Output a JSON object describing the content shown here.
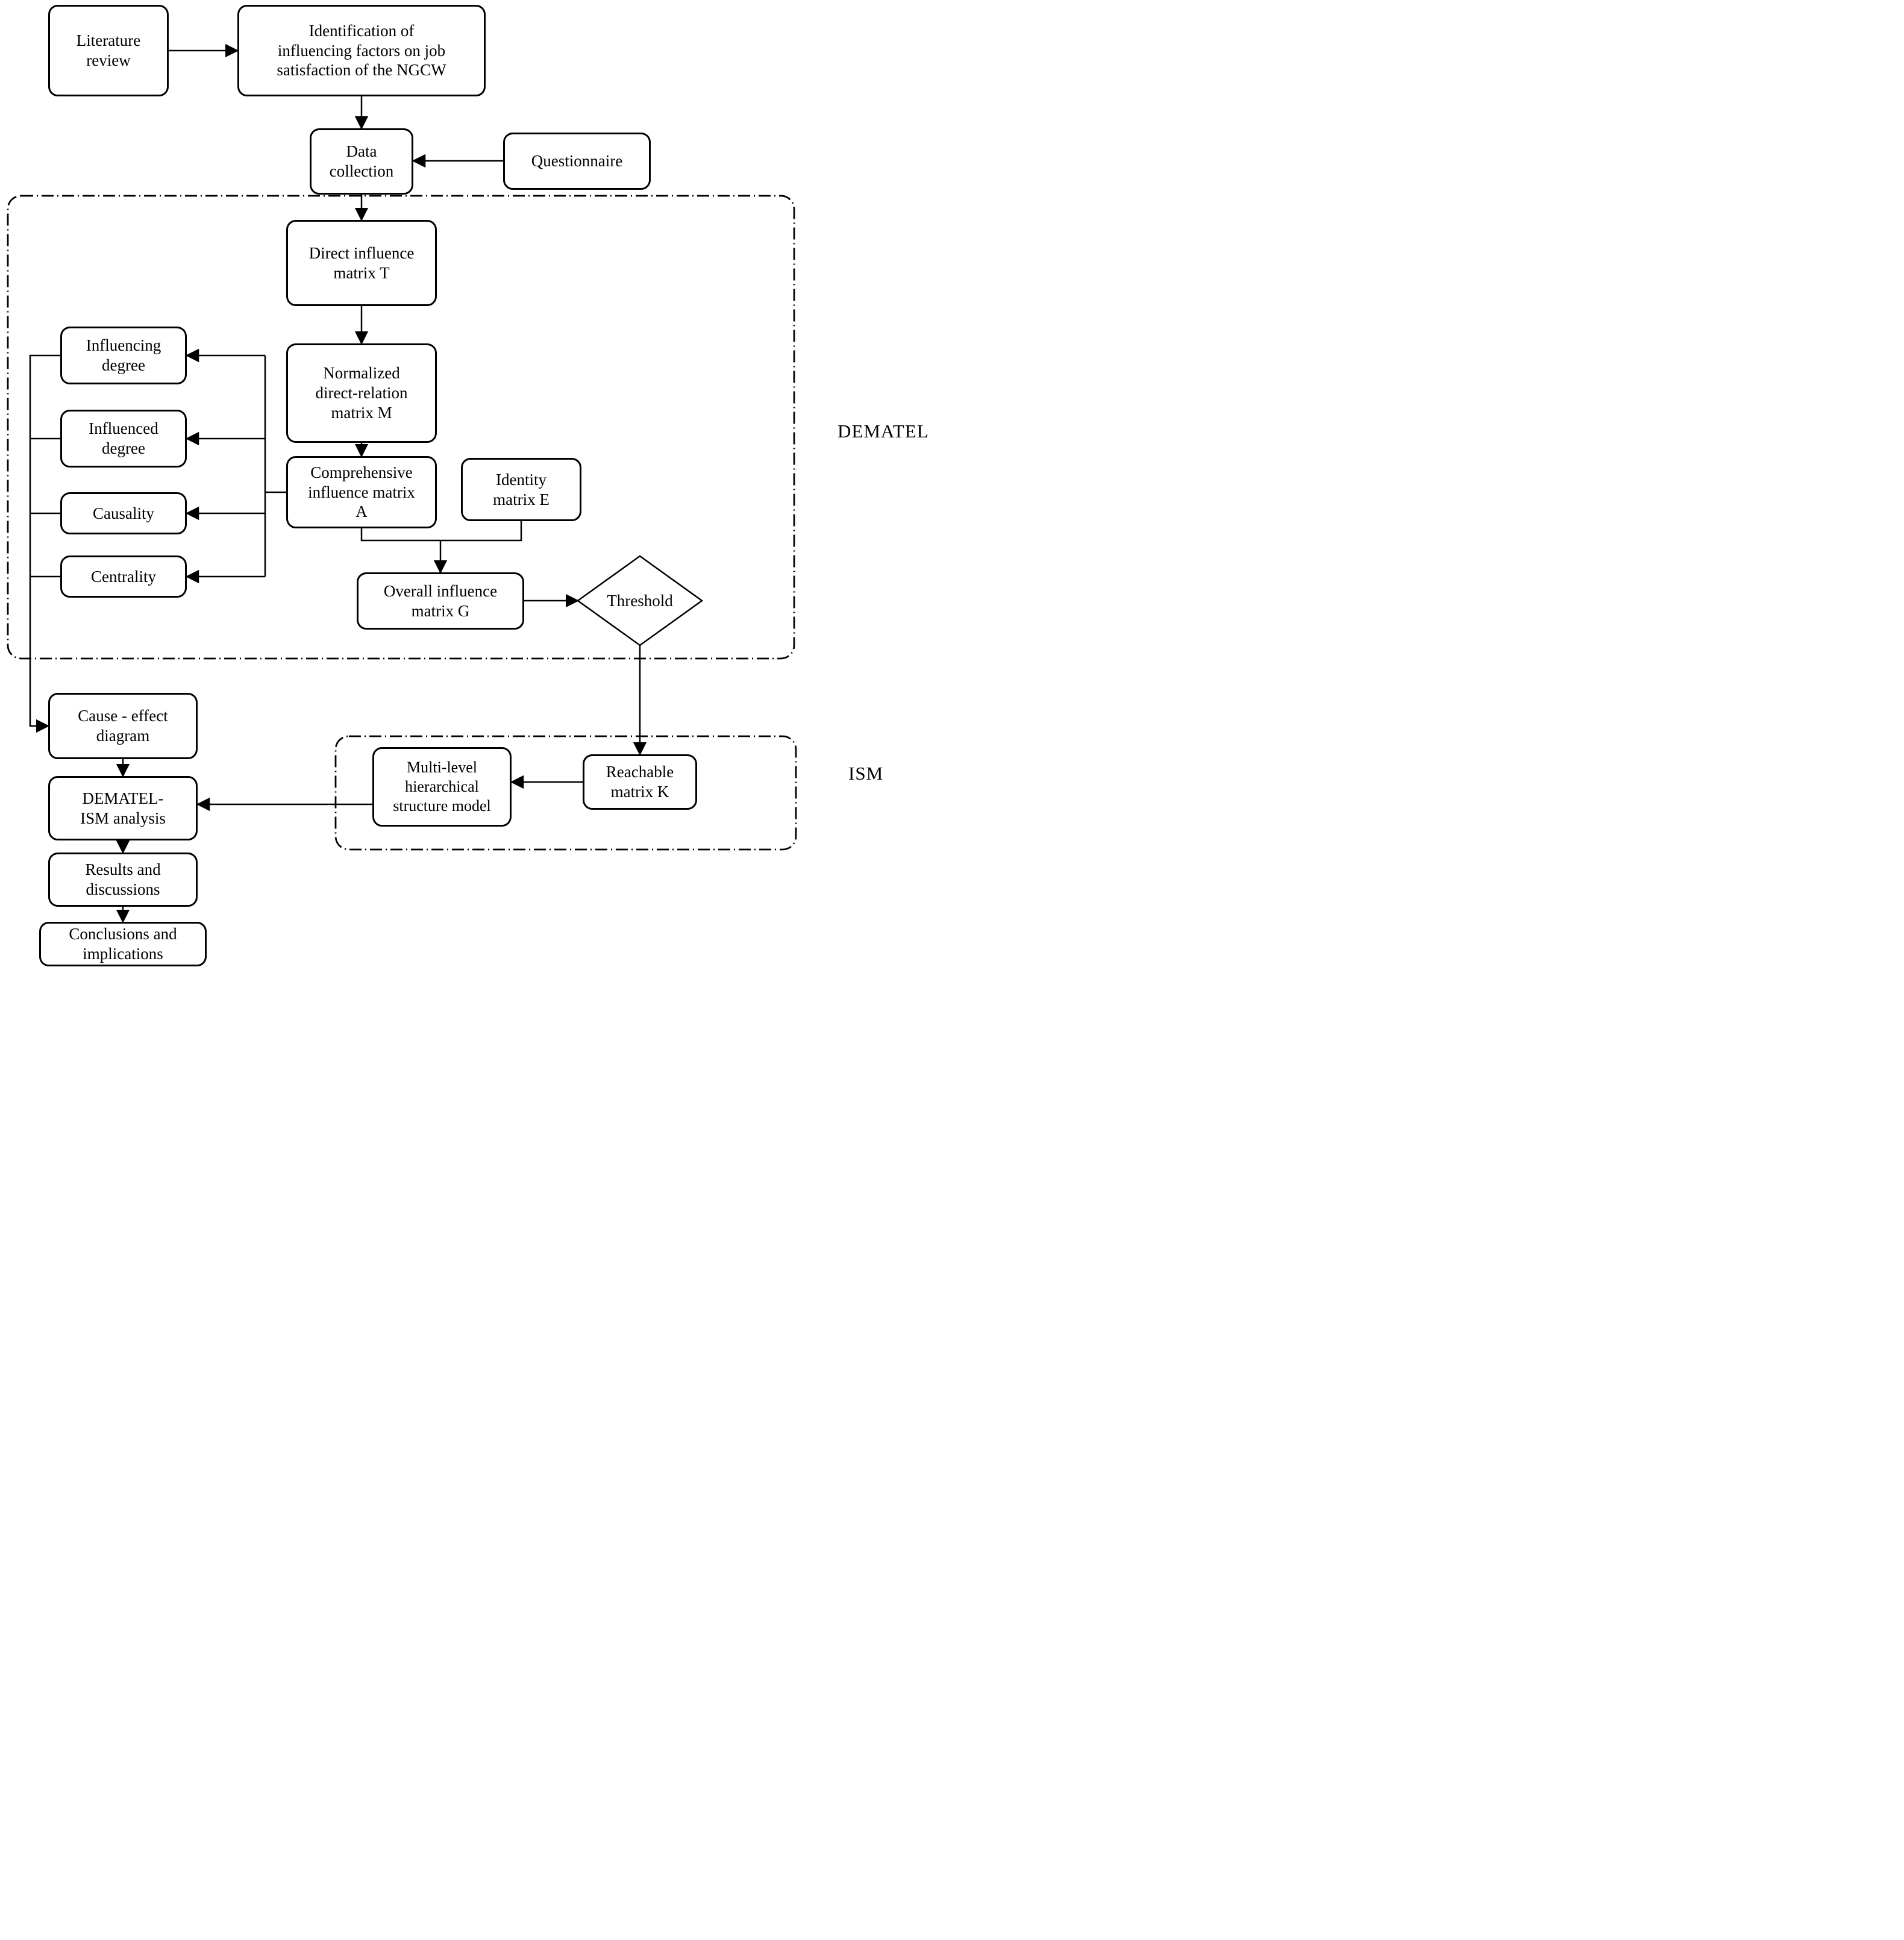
{
  "diagram": {
    "type": "flowchart",
    "nodes": {
      "literature_review": {
        "label": "Literature\nreview"
      },
      "identification": {
        "label": "Identification of\ninfluencing factors on job\nsatisfaction of the NGCW"
      },
      "data_collection": {
        "label": "Data\ncollection"
      },
      "questionnaire": {
        "label": "Questionnaire"
      },
      "direct_influence_matrix": {
        "label": "Direct influence\nmatrix T"
      },
      "normalized_matrix": {
        "label": "Normalized\ndirect-relation\nmatrix M"
      },
      "comprehensive_matrix": {
        "label": "Comprehensive\ninfluence matrix\nA"
      },
      "identity_matrix": {
        "label": "Identity\nmatrix E"
      },
      "overall_matrix": {
        "label": "Overall influence\nmatrix G"
      },
      "threshold": {
        "label": "Threshold"
      },
      "influencing_degree": {
        "label": "Influencing\ndegree"
      },
      "influenced_degree": {
        "label": "Influenced\ndegree"
      },
      "causality": {
        "label": "Causality"
      },
      "centrality": {
        "label": "Centrality"
      },
      "cause_effect": {
        "label": "Cause - effect\ndiagram"
      },
      "dematel_ism_analysis": {
        "label": "DEMATEL-\nISM analysis"
      },
      "results": {
        "label": "Results and\ndiscussions"
      },
      "conclusions": {
        "label": "Conclusions and\nimplications"
      },
      "multi_level": {
        "label": "Multi-level\nhierarchical\nstructure model"
      },
      "reachable_matrix": {
        "label": "Reachable\nmatrix K"
      }
    },
    "regions": {
      "dematel": {
        "label": "DEMATEL"
      },
      "ism": {
        "label": "ISM"
      }
    },
    "colors": {
      "line": "#000000",
      "box_background": "#ffffff",
      "page_background": "#ffffff"
    }
  }
}
